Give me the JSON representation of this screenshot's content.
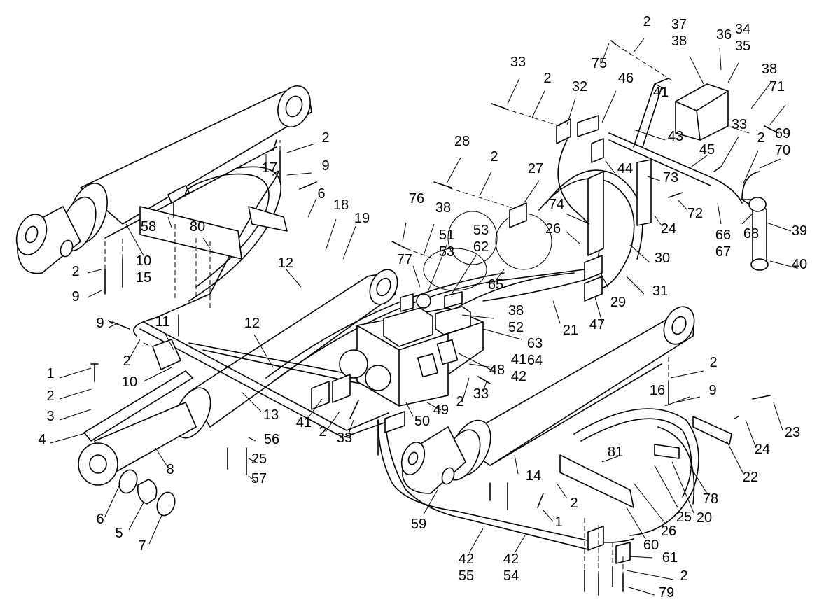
{
  "figure": {
    "callouts": [
      {
        "lines": [
          "1"
        ]
      },
      {
        "lines": [
          "2"
        ]
      },
      {
        "lines": [
          "3"
        ]
      },
      {
        "lines": [
          "4"
        ]
      },
      {
        "lines": [
          "6"
        ]
      },
      {
        "lines": [
          "5"
        ]
      },
      {
        "lines": [
          "7"
        ]
      },
      {
        "lines": [
          "8"
        ]
      },
      {
        "lines": [
          "9"
        ]
      },
      {
        "lines": [
          "2"
        ]
      },
      {
        "lines": [
          "10"
        ]
      },
      {
        "lines": [
          "11"
        ]
      },
      {
        "lines": [
          "2"
        ]
      },
      {
        "lines": [
          "9"
        ]
      },
      {
        "lines": [
          "10",
          "15"
        ]
      },
      {
        "lines": [
          "58"
        ]
      },
      {
        "lines": [
          "80"
        ]
      },
      {
        "lines": [
          "2"
        ]
      },
      {
        "lines": [
          "17"
        ]
      },
      {
        "lines": [
          "9"
        ]
      },
      {
        "lines": [
          "6"
        ]
      },
      {
        "lines": [
          "18"
        ]
      },
      {
        "lines": [
          "19"
        ]
      },
      {
        "lines": [
          "12"
        ]
      },
      {
        "lines": [
          "12"
        ]
      },
      {
        "lines": [
          "13"
        ]
      },
      {
        "lines": [
          "56"
        ]
      },
      {
        "lines": [
          "25"
        ]
      },
      {
        "lines": [
          "57"
        ]
      },
      {
        "lines": [
          "41"
        ]
      },
      {
        "lines": [
          "2"
        ]
      },
      {
        "lines": [
          "33"
        ]
      },
      {
        "lines": [
          "50"
        ]
      },
      {
        "lines": [
          "49"
        ]
      },
      {
        "lines": [
          "2"
        ]
      },
      {
        "lines": [
          "33"
        ]
      },
      {
        "lines": [
          "48"
        ]
      },
      {
        "lines": [
          "41",
          "42"
        ]
      },
      {
        "lines": [
          "63",
          "64"
        ]
      },
      {
        "lines": [
          "38",
          "52"
        ]
      },
      {
        "lines": [
          "21"
        ]
      },
      {
        "lines": [
          "47"
        ]
      },
      {
        "lines": [
          "29"
        ]
      },
      {
        "lines": [
          "31"
        ]
      },
      {
        "lines": [
          "30"
        ]
      },
      {
        "lines": [
          "65"
        ]
      },
      {
        "lines": [
          "77"
        ]
      },
      {
        "lines": [
          "51",
          "53"
        ]
      },
      {
        "lines": [
          "53",
          "62"
        ]
      },
      {
        "lines": [
          "38"
        ]
      },
      {
        "lines": [
          "76"
        ]
      },
      {
        "lines": [
          "28"
        ]
      },
      {
        "lines": [
          "2"
        ]
      },
      {
        "lines": [
          "27"
        ]
      },
      {
        "lines": [
          "74"
        ]
      },
      {
        "lines": [
          "26"
        ]
      },
      {
        "lines": [
          "33"
        ]
      },
      {
        "lines": [
          "2"
        ]
      },
      {
        "lines": [
          "32"
        ]
      },
      {
        "lines": [
          "46"
        ]
      },
      {
        "lines": [
          "41"
        ]
      },
      {
        "lines": [
          "43"
        ]
      },
      {
        "lines": [
          "44"
        ]
      },
      {
        "lines": [
          "73"
        ]
      },
      {
        "lines": [
          "24"
        ]
      },
      {
        "lines": [
          "72"
        ]
      },
      {
        "lines": [
          "66",
          "67"
        ]
      },
      {
        "lines": [
          "68"
        ]
      },
      {
        "lines": [
          "45"
        ]
      },
      {
        "lines": [
          "33"
        ]
      },
      {
        "lines": [
          "2"
        ]
      },
      {
        "lines": [
          "69",
          "70"
        ]
      },
      {
        "lines": [
          "39"
        ]
      },
      {
        "lines": [
          "40"
        ]
      },
      {
        "lines": [
          "38"
        ]
      },
      {
        "lines": [
          "71"
        ]
      },
      {
        "lines": [
          "75"
        ]
      },
      {
        "lines": [
          "2"
        ]
      },
      {
        "lines": [
          "37",
          "38"
        ]
      },
      {
        "lines": [
          "36"
        ]
      },
      {
        "lines": [
          "34",
          "35"
        ]
      },
      {
        "lines": [
          "2"
        ]
      },
      {
        "lines": [
          "16"
        ]
      },
      {
        "lines": [
          "9"
        ]
      },
      {
        "lines": [
          "23"
        ]
      },
      {
        "lines": [
          "24"
        ]
      },
      {
        "lines": [
          "22"
        ]
      },
      {
        "lines": [
          "81"
        ]
      },
      {
        "lines": [
          "14"
        ]
      },
      {
        "lines": [
          "59"
        ]
      },
      {
        "lines": [
          "2"
        ]
      },
      {
        "lines": [
          "1"
        ]
      },
      {
        "lines": [
          "26"
        ]
      },
      {
        "lines": [
          "25"
        ]
      },
      {
        "lines": [
          "20"
        ]
      },
      {
        "lines": [
          "78"
        ]
      },
      {
        "lines": [
          "60"
        ]
      },
      {
        "lines": [
          "61"
        ]
      },
      {
        "lines": [
          "2"
        ]
      },
      {
        "lines": [
          "79"
        ]
      },
      {
        "lines": [
          "42",
          "55"
        ]
      },
      {
        "lines": [
          "42",
          "54"
        ]
      }
    ]
  }
}
